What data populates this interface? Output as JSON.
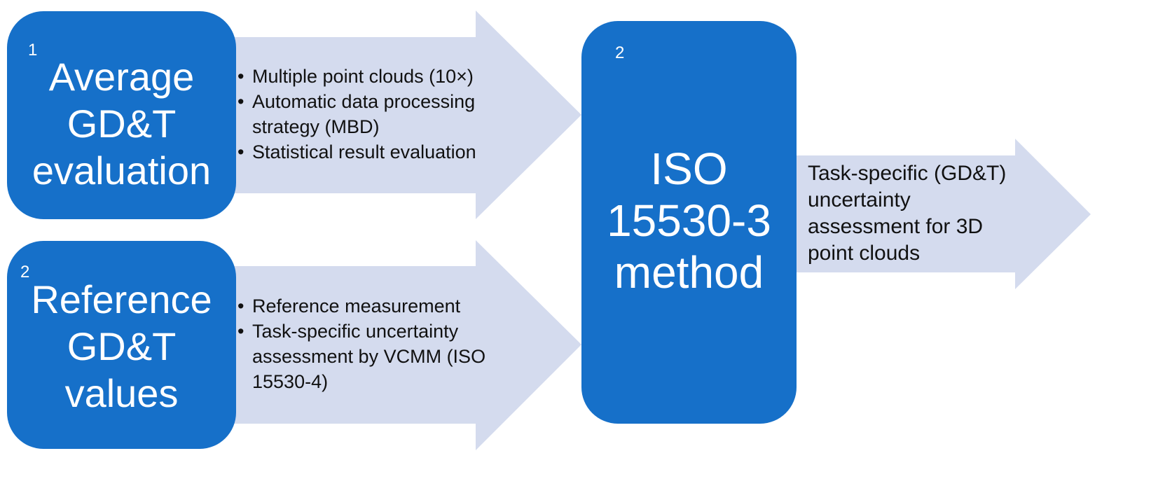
{
  "colors": {
    "box_fill": "#1670c9",
    "arrow_fill": "#d4dbee",
    "box_text": "#ffffff",
    "body_text": "#111111"
  },
  "boxes": {
    "average": {
      "number": "1",
      "title": "Average\nGD&T\nevaluation"
    },
    "reference": {
      "number": "2",
      "title": "Reference\nGD&T\nvalues"
    },
    "iso": {
      "number": "2",
      "title": "ISO\n15530-3\nmethod"
    }
  },
  "arrows": {
    "top": {
      "bullets": [
        "Multiple point clouds (10×)",
        "Automatic data processing strategy (MBD)",
        "Statistical result evaluation"
      ]
    },
    "bottom": {
      "bullets": [
        "Reference measurement",
        "Task-specific uncertainty assessment by VCMM (ISO 15530-4)"
      ]
    },
    "output": {
      "text": "Task-specific (GD&T)\nuncertainty\nassessment for 3D\npoint clouds"
    }
  }
}
